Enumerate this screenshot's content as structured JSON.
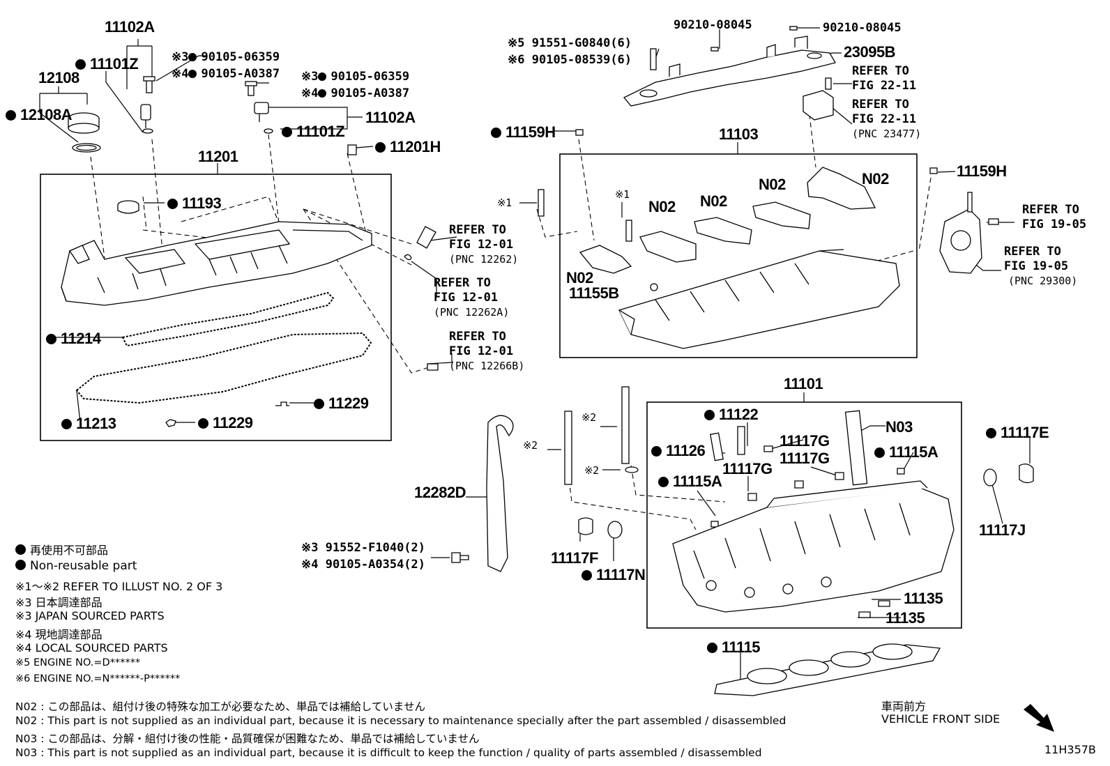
{
  "labels": {
    "p11102A_top": "11102A",
    "p11101Z_top": "11101Z",
    "p12108": "12108",
    "p12108A": "12108A",
    "bolt_a_1": "※3",
    "bolt_a_1n": "90105-06359",
    "bolt_a_2": "※4",
    "bolt_a_2n": "90105-A0387",
    "bolt_b_1": "※3",
    "bolt_b_1n": "90105-06359",
    "bolt_b_2": "※4",
    "bolt_b_2n": "90105-A0387",
    "p11102A_mid": "11102A",
    "p11101Z_mid": "11101Z",
    "p11201H": "11201H",
    "p11201": "11201",
    "p11193": "11193",
    "p11214": "11214",
    "p11213": "11213",
    "p11229_a": "11229",
    "p11229_b": "11229",
    "p90210_a": "90210-08045",
    "p90210_b": "90210-08045",
    "p91551_mark": "※5",
    "p91551": "91551-G0840(6)",
    "p90105_mark": "※6",
    "p90105": "90105-08539(6)",
    "p23095B": "23095B",
    "p11159H_a": "11159H",
    "p11159H_b": "11159H",
    "p11103": "11103",
    "mark1_a": "※1",
    "mark1_b": "※1",
    "n02_1": "N02",
    "n02_2": "N02",
    "n02_3": "N02",
    "n02_4": "N02",
    "n02_5": "N02",
    "p11155B": "11155B",
    "p11101": "11101",
    "p11122": "11122",
    "n03": "N03",
    "p11117G_a": "11117G",
    "p11117G_b": "11117G",
    "p11117G_c": "11117G",
    "p11126": "11126",
    "p11115A_a": "11115A",
    "p11115A_b": "11115A",
    "p11117E": "11117E",
    "p11117J": "11117J",
    "mark2_a": "※2",
    "mark2_b": "※2",
    "mark2_c": "※2",
    "p12282D": "12282D",
    "p11117F": "11117F",
    "p11117N": "11117N",
    "p11135_a": "11135",
    "p11135_b": "11135",
    "p11115": "11115",
    "bolt_c_1": "※3 91552-F1040(2)",
    "bolt_c_2": "※4 90105-A0354(2)"
  },
  "refs": [
    {
      "l1": "REFER TO",
      "l2": "FIG 22-11",
      "pnc": ""
    },
    {
      "l1": "REFER TO",
      "l2": "FIG 22-11",
      "pnc": "(PNC 23477)"
    },
    {
      "l1": "REFER TO",
      "l2": "FIG 12-01",
      "pnc": "(PNC 12262)"
    },
    {
      "l1": "REFER TO",
      "l2": "FIG 12-01",
      "pnc": "(PNC 12262A)"
    },
    {
      "l1": "REFER TO",
      "l2": "FIG 12-01",
      "pnc": "(PNC 12266B)"
    },
    {
      "l1": "REFER TO",
      "l2": "FIG 19-05",
      "pnc": ""
    },
    {
      "l1": "REFER TO",
      "l2": "FIG 19-05",
      "pnc": "(PNC 29300)"
    }
  ],
  "legend": [
    "再使用不可部品",
    "Non-reusable part",
    "※1～※2  REFER TO ILLUST NO. 2 OF 3",
    "※3 日本調達部品",
    "※3 JAPAN SOURCED PARTS",
    "※4 現地調達部品",
    "※4 LOCAL SOURCED PARTS",
    "※5 ENGINE NO.=D******",
    "※6 ENGINE NO.=N******-P******"
  ],
  "notes": [
    "N02 : この部品は、組付け後の特殊な加工が必要なため、単品では補給していません",
    "N02 : This part is not supplied as an individual part, because it is necessary to maintenance specially after the part assembled / disassembled",
    "N03 : この部品は、分解・組付け後の性能・品質確保が困難なため、単品では補給していません",
    "N03 : This part is not supplied as an individual part, because it is difficult to keep the function / quality of parts  assembled / disassembled"
  ],
  "front": {
    "jp": "車両前方",
    "en": "VEHICLE FRONT SIDE"
  },
  "illust_no": "11H357B"
}
